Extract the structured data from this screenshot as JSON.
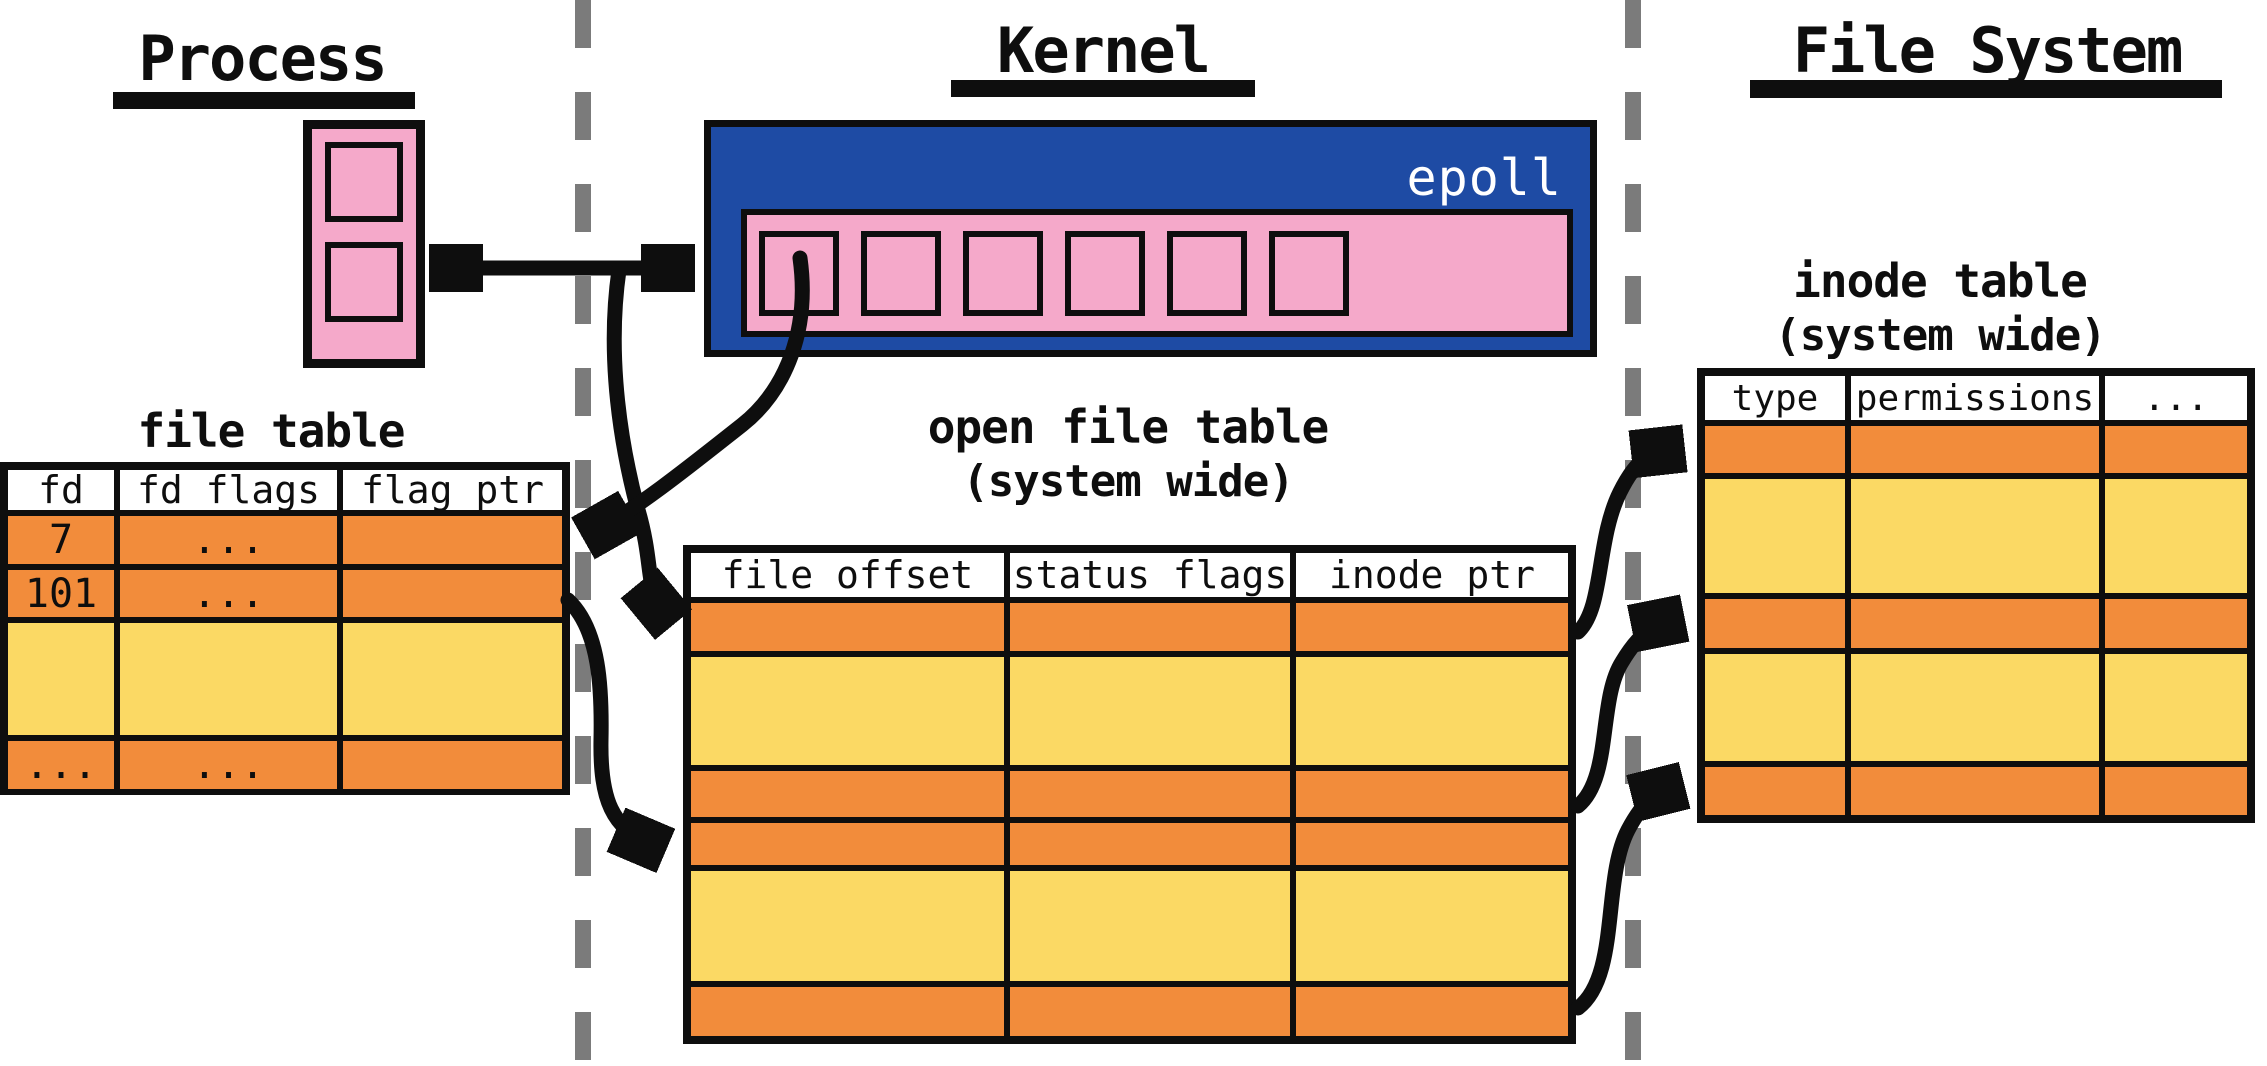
{
  "diagram": {
    "sections": {
      "process": {
        "title": "Process"
      },
      "kernel": {
        "title": "Kernel"
      },
      "file_system": {
        "title": "File System"
      }
    },
    "process": {
      "fd_box_slot_colors": [
        "orange",
        "orange"
      ],
      "file_table": {
        "title": "file table",
        "headers": [
          "fd",
          "fd flags",
          "flag ptr"
        ],
        "rows": [
          {
            "color": "orange",
            "cells": [
              "7",
              "...",
              ""
            ]
          },
          {
            "color": "orange",
            "cells": [
              "101",
              "...",
              ""
            ]
          },
          {
            "color": "yellow",
            "cells": [
              "",
              "",
              ""
            ]
          },
          {
            "color": "orange",
            "cells": [
              "...",
              "...",
              ""
            ]
          }
        ]
      }
    },
    "kernel": {
      "epoll_label": "epoll",
      "epoll_slot_colors": [
        "orange",
        "yellow",
        "orange",
        "yellow",
        "yellow",
        "yellow"
      ],
      "open_file_table": {
        "title": "open file table",
        "subtitle": "(system wide)",
        "headers": [
          "file offset",
          "status flags",
          "inode ptr"
        ],
        "rows": [
          {
            "color": "orange",
            "cells": [
              "",
              "",
              ""
            ]
          },
          {
            "color": "yellow",
            "cells": [
              "",
              "",
              ""
            ]
          },
          {
            "color": "orange",
            "cells": [
              "",
              "",
              ""
            ]
          },
          {
            "color": "orange",
            "cells": [
              "",
              "",
              ""
            ]
          },
          {
            "color": "yellow",
            "cells": [
              "",
              "",
              ""
            ]
          },
          {
            "color": "orange",
            "cells": [
              "",
              "",
              ""
            ]
          }
        ]
      }
    },
    "file_system": {
      "inode_table": {
        "title": "inode table",
        "subtitle": "(system wide)",
        "headers": [
          "type",
          "permissions",
          "..."
        ],
        "rows": [
          {
            "color": "orange",
            "cells": [
              "",
              "",
              ""
            ]
          },
          {
            "color": "yellow",
            "cells": [
              "",
              "",
              ""
            ]
          },
          {
            "color": "orange",
            "cells": [
              "",
              "",
              ""
            ]
          },
          {
            "color": "yellow",
            "cells": [
              "",
              "",
              ""
            ]
          },
          {
            "color": "orange",
            "cells": [
              "",
              "",
              ""
            ]
          }
        ]
      }
    },
    "colors": {
      "orange": "#f28c3b",
      "yellow": "#fbd964",
      "pink": "#f5a9ca",
      "blue": "#1e4ba4",
      "black": "#0e0e0e",
      "divider_gray": "#7b7b7b"
    },
    "connections": [
      "process fd box <-> epoll (double-headed arrow)",
      "epoll -> open file table row 1",
      "epoll slot 1 -> file table row fd 7",
      "file table row fd 101 -> open file table row 4",
      "open file table row 1 -> inode table row 1",
      "open file table row 4 -> inode table row 3",
      "open file table row 6 -> inode table row 5"
    ]
  }
}
